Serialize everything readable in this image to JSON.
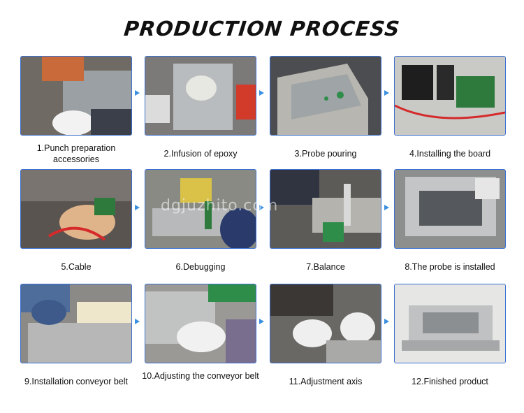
{
  "title": "PRODUCTION PROCESS",
  "watermark": "dgjuzhito.com",
  "steps": [
    {
      "caption": "1.Punch preparation accessories",
      "scene": "punch"
    },
    {
      "caption": "2.Infusion of epoxy",
      "scene": "epoxy"
    },
    {
      "caption": "3.Probe pouring",
      "scene": "probe"
    },
    {
      "caption": "4.Installing the board",
      "scene": "board"
    },
    {
      "caption": "5.Cable",
      "scene": "cable"
    },
    {
      "caption": "6.Debugging",
      "scene": "debug"
    },
    {
      "caption": "7.Balance",
      "scene": "balance"
    },
    {
      "caption": "8.The probe is installed",
      "scene": "installed"
    },
    {
      "caption": "9.Installation conveyor belt",
      "scene": "belt"
    },
    {
      "caption": "10.Adjusting the conveyor belt",
      "scene": "adjust-belt"
    },
    {
      "caption": "11.Adjustment axis",
      "scene": "axis"
    },
    {
      "caption": "12.Finished product",
      "scene": "finished"
    }
  ],
  "colors": {
    "frame": "#3b6fd1",
    "arrow": "#3b8fe0"
  }
}
